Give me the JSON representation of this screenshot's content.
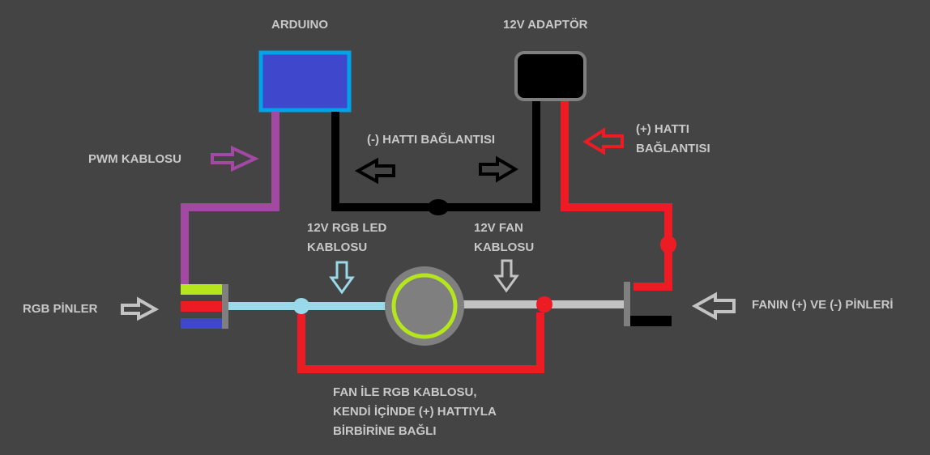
{
  "colors": {
    "background": "#444444",
    "label_text": "#c8c8c8",
    "arduino_fill": "#3f48cc",
    "arduino_border": "#00a2e8",
    "adapter_fill": "#000000",
    "adapter_border": "#7f7f7f",
    "negative_wire": "#000000",
    "positive_wire": "#ed1c24",
    "pwm_wire": "#a349a4",
    "rgb_wire": "#99d9ea",
    "fan_wire": "#c3c3c3",
    "fan_body": "#7f7f7f",
    "fan_ring": "#b5e61d",
    "pin_green": "#b5e61d",
    "pin_red": "#ed1c24",
    "pin_blue": "#3f48cc",
    "connector_gray": "#7f7f7f"
  },
  "labels": {
    "arduino": "ARDUINO",
    "adapter": "12V ADAPTÖR",
    "negative_line": "(-) HATTI BAĞLANTISI",
    "positive_line": "(+) HATTI\nBAĞLANTISI",
    "pwm_cable": "PWM KABLOSU",
    "rgb_led_cable": "12V RGB LED\nKABLOSU",
    "fan_cable": "12V FAN\nKABLOSU",
    "rgb_pins": "RGB PİNLER",
    "fan_pins": "FANIN (+) VE (-) PİNLERİ",
    "note": "FAN İLE RGB KABLOSU,\nKENDİ İÇİNDE (+) HATTIYLA\nBİRBİRİNE BAĞLI"
  },
  "components": [
    {
      "id": "arduino",
      "name": "Arduino"
    },
    {
      "id": "adapter",
      "name": "12V Adaptör"
    },
    {
      "id": "fan",
      "name": "Fan"
    },
    {
      "id": "rgb-pins",
      "name": "RGB Pinler",
      "pins": [
        "green",
        "red",
        "blue"
      ]
    },
    {
      "id": "fan-pins",
      "name": "Fan (+)/(-) Pinleri",
      "pins": [
        "+",
        "-"
      ]
    }
  ]
}
